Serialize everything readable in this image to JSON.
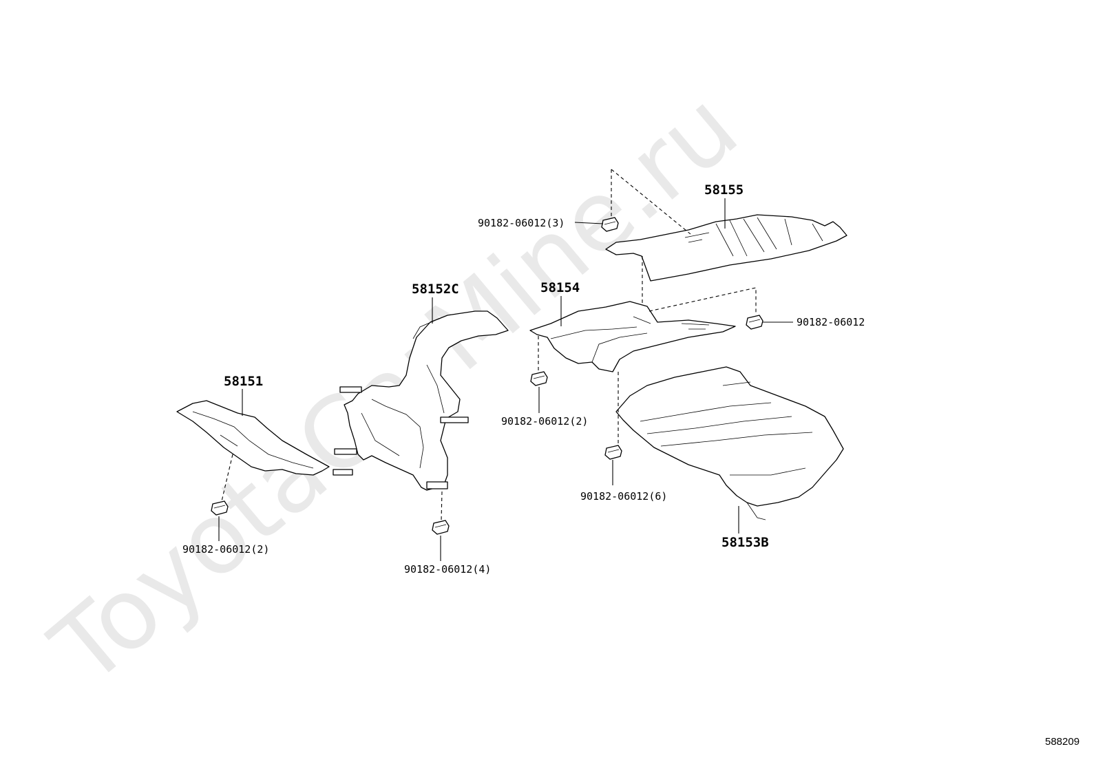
{
  "watermark": "ToyotaCarMine.ru",
  "diagram_code": "588209",
  "parts": {
    "p58155": "58155",
    "p58154": "58154",
    "p58152C": "58152C",
    "p58151": "58151",
    "p58153B": "58153B"
  },
  "fasteners": {
    "f_top3": "90182-06012(3)",
    "f_right": "90182-06012",
    "f_mid2": "90182-06012(2)",
    "f_center6": "90182-06012(6)",
    "f_left2": "90182-06012(2)",
    "f_bottom4": "90182-06012(4)"
  }
}
